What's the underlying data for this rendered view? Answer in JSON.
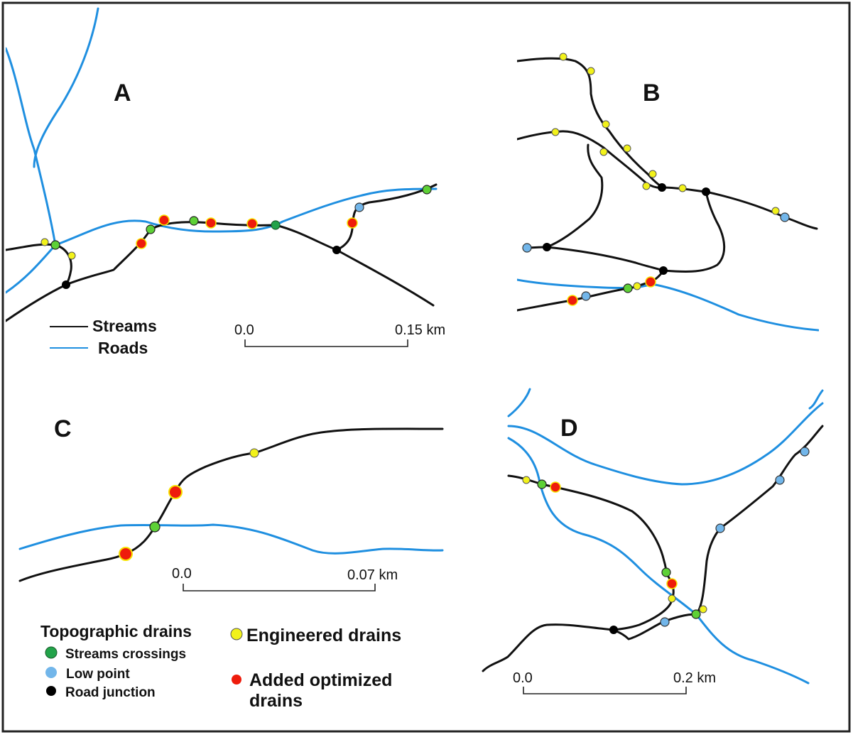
{
  "panels": {
    "a": {
      "label": "A",
      "scale_start": "0.0",
      "scale_end": "0.15 km"
    },
    "b": {
      "label": "B"
    },
    "c": {
      "label": "C",
      "scale_start": "0.0",
      "scale_end": "0.07 km"
    },
    "d": {
      "label": "D",
      "scale_start": "0.0",
      "scale_end": "0.2 km"
    }
  },
  "legend": {
    "streams": "Streams",
    "roads": "Roads",
    "topographic_title": "Topographic drains",
    "streams_crossings": "Streams crossings",
    "low_point": "Low point",
    "road_junction": "Road junction",
    "engineered": "Engineered drains",
    "added_line1": "Added optimized",
    "added_line2": "drains"
  },
  "colors": {
    "stream": "#111111",
    "road": "#1f8fe0",
    "stream_crossing_green": "#22a34a",
    "green_dot": "#5ed136",
    "low_point_blue": "#72b6ea",
    "road_junction_black": "#000000",
    "engineered_yellow": "#f2f21a",
    "added_red": "#ee1c0c",
    "red_outline": "#f7e400"
  }
}
